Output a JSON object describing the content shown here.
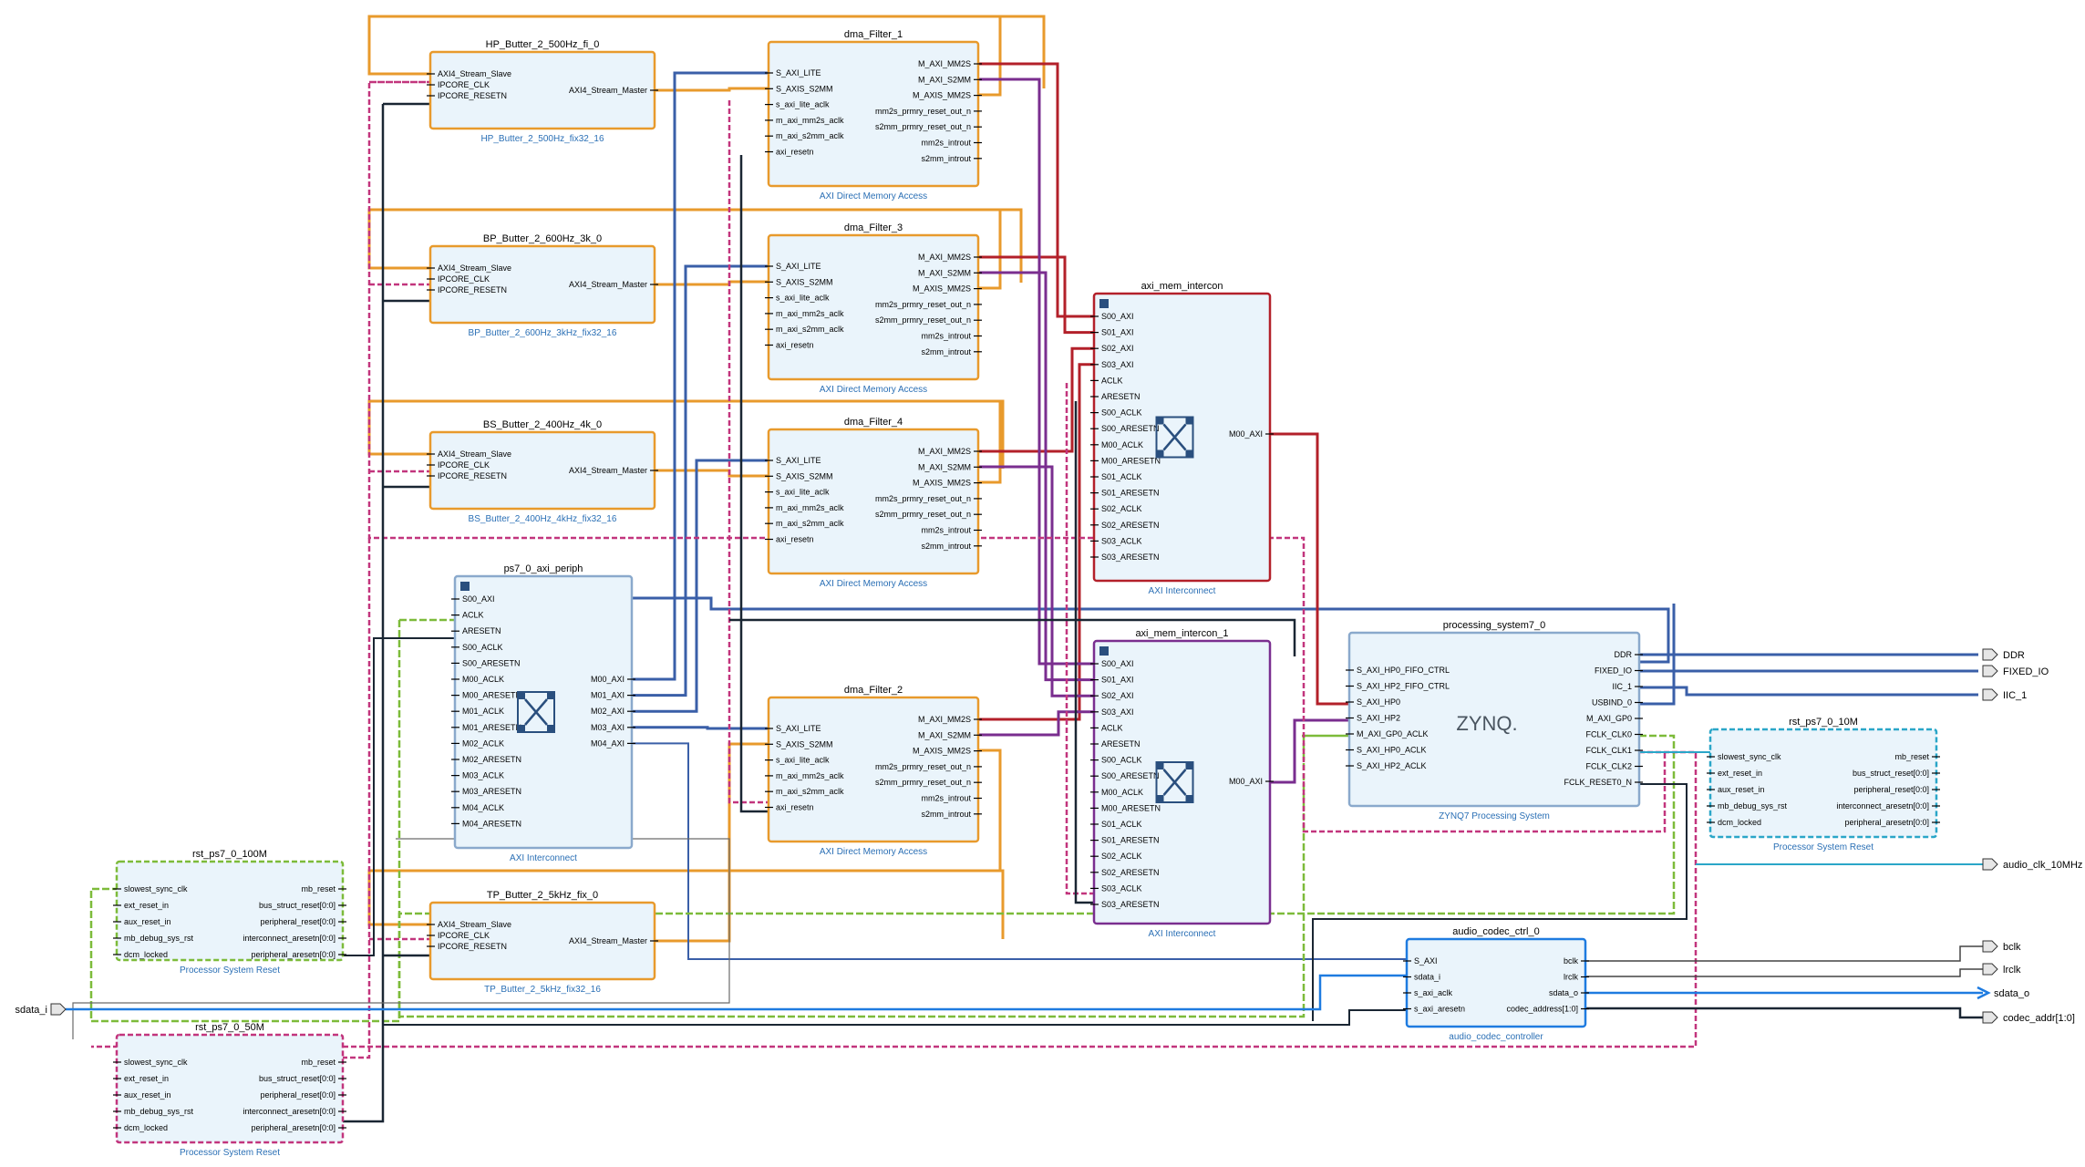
{
  "colors": {
    "aximm": "#b3202a",
    "axis": "#e89a2c",
    "axilite": "#3a5fa8",
    "s2mm": "#7a2e8f",
    "clk": "#7dbb3a",
    "rst": "#c2357d",
    "net": "#1a2633",
    "audio": "#1e7be0",
    "ipfill": "#eaf4fb"
  },
  "blocks": [
    {
      "id": "hp",
      "title": "HP_Butter_2_500Hz_fi_0",
      "subtitle": "HP_Butter_2_500Hz_fix32_16",
      "border": "#e89a2c",
      "left": [
        "AXI4_Stream_Slave",
        "IPCORE_CLK",
        "IPCORE_RESETN"
      ],
      "right": [
        "AXI4_Stream_Master"
      ]
    },
    {
      "id": "bp",
      "title": "BP_Butter_2_600Hz_3k_0",
      "subtitle": "BP_Butter_2_600Hz_3kHz_fix32_16",
      "border": "#e89a2c",
      "left": [
        "AXI4_Stream_Slave",
        "IPCORE_CLK",
        "IPCORE_RESETN"
      ],
      "right": [
        "AXI4_Stream_Master"
      ]
    },
    {
      "id": "bs",
      "title": "BS_Butter_2_400Hz_4k_0",
      "subtitle": "BS_Butter_2_400Hz_4kHz_fix32_16",
      "border": "#e89a2c",
      "left": [
        "AXI4_Stream_Slave",
        "IPCORE_CLK",
        "IPCORE_RESETN"
      ],
      "right": [
        "AXI4_Stream_Master"
      ]
    },
    {
      "id": "tp",
      "title": "TP_Butter_2_5kHz_fix_0",
      "subtitle": "TP_Butter_2_5kHz_fix32_16",
      "border": "#e89a2c",
      "left": [
        "AXI4_Stream_Slave",
        "IPCORE_CLK",
        "IPCORE_RESETN"
      ],
      "right": [
        "AXI4_Stream_Master"
      ]
    },
    {
      "id": "dma1",
      "title": "dma_Filter_1",
      "subtitle": "AXI Direct Memory Access",
      "border": "#e89a2c",
      "left": [
        "S_AXI_LITE",
        "S_AXIS_S2MM",
        "s_axi_lite_aclk",
        "m_axi_mm2s_aclk",
        "m_axi_s2mm_aclk",
        "axi_resetn"
      ],
      "right": [
        "M_AXI_MM2S",
        "M_AXI_S2MM",
        "M_AXIS_MM2S",
        "mm2s_prmry_reset_out_n",
        "s2mm_prmry_reset_out_n",
        "mm2s_introut",
        "s2mm_introut"
      ]
    },
    {
      "id": "dma3",
      "title": "dma_Filter_3",
      "subtitle": "AXI Direct Memory Access",
      "border": "#e89a2c",
      "left": [
        "S_AXI_LITE",
        "S_AXIS_S2MM",
        "s_axi_lite_aclk",
        "m_axi_mm2s_aclk",
        "m_axi_s2mm_aclk",
        "axi_resetn"
      ],
      "right": [
        "M_AXI_MM2S",
        "M_AXI_S2MM",
        "M_AXIS_MM2S",
        "mm2s_prmry_reset_out_n",
        "s2mm_prmry_reset_out_n",
        "mm2s_introut",
        "s2mm_introut"
      ]
    },
    {
      "id": "dma4",
      "title": "dma_Filter_4",
      "subtitle": "AXI Direct Memory Access",
      "border": "#e89a2c",
      "left": [
        "S_AXI_LITE",
        "S_AXIS_S2MM",
        "s_axi_lite_aclk",
        "m_axi_mm2s_aclk",
        "m_axi_s2mm_aclk",
        "axi_resetn"
      ],
      "right": [
        "M_AXI_MM2S",
        "M_AXI_S2MM",
        "M_AXIS_MM2S",
        "mm2s_prmry_reset_out_n",
        "s2mm_prmry_reset_out_n",
        "mm2s_introut",
        "s2mm_introut"
      ]
    },
    {
      "id": "dma2",
      "title": "dma_Filter_2",
      "subtitle": "AXI Direct Memory Access",
      "border": "#e89a2c",
      "left": [
        "S_AXI_LITE",
        "S_AXIS_S2MM",
        "s_axi_lite_aclk",
        "m_axi_mm2s_aclk",
        "m_axi_s2mm_aclk",
        "axi_resetn"
      ],
      "right": [
        "M_AXI_MM2S",
        "M_AXI_S2MM",
        "M_AXIS_MM2S",
        "mm2s_prmry_reset_out_n",
        "s2mm_prmry_reset_out_n",
        "mm2s_introut",
        "s2mm_introut"
      ]
    },
    {
      "id": "ps7periph",
      "title": "ps7_0_axi_periph",
      "subtitle": "AXI Interconnect",
      "border": "#8aa9cc",
      "left": [
        "S00_AXI",
        "ACLK",
        "ARESETN",
        "S00_ACLK",
        "S00_ARESETN",
        "M00_ACLK",
        "M00_ARESETN",
        "M01_ACLK",
        "M01_ARESETN",
        "M02_ACLK",
        "M02_ARESETN",
        "M03_ACLK",
        "M03_ARESETN",
        "M04_ACLK",
        "M04_ARESETN"
      ],
      "right": [
        "M00_AXI",
        "M01_AXI",
        "M02_AXI",
        "M03_AXI",
        "M04_AXI"
      ]
    },
    {
      "id": "memic",
      "title": "axi_mem_intercon",
      "subtitle": "AXI Interconnect",
      "border": "#b3202a",
      "left": [
        "S00_AXI",
        "S01_AXI",
        "S02_AXI",
        "S03_AXI",
        "ACLK",
        "ARESETN",
        "S00_ACLK",
        "S00_ARESETN",
        "M00_ACLK",
        "M00_ARESETN",
        "S01_ACLK",
        "S01_ARESETN",
        "S02_ACLK",
        "S02_ARESETN",
        "S03_ACLK",
        "S03_ARESETN"
      ],
      "right": [
        "M00_AXI"
      ]
    },
    {
      "id": "memic1",
      "title": "axi_mem_intercon_1",
      "subtitle": "AXI Interconnect",
      "border": "#7a2e8f",
      "left": [
        "S00_AXI",
        "S01_AXI",
        "S02_AXI",
        "S03_AXI",
        "ACLK",
        "ARESETN",
        "S00_ACLK",
        "S00_ARESETN",
        "M00_ACLK",
        "M00_ARESETN",
        "S01_ACLK",
        "S01_ARESETN",
        "S02_ACLK",
        "S02_ARESETN",
        "S03_ACLK",
        "S03_ARESETN"
      ],
      "right": [
        "M00_AXI"
      ]
    },
    {
      "id": "ps7",
      "title": "processing_system7_0",
      "subtitle": "ZYNQ7 Processing System",
      "border": "#8aa9cc",
      "logo": "ZYNQ.",
      "left": [
        "S_AXI_HP0_FIFO_CTRL",
        "S_AXI_HP2_FIFO_CTRL",
        "S_AXI_HP0",
        "S_AXI_HP2",
        "M_AXI_GP0_ACLK",
        "S_AXI_HP0_ACLK",
        "S_AXI_HP2_ACLK"
      ],
      "right": [
        "DDR",
        "FIXED_IO",
        "IIC_1",
        "USBIND_0",
        "M_AXI_GP0",
        "FCLK_CLK0",
        "FCLK_CLK1",
        "FCLK_CLK2",
        "FCLK_RESET0_N"
      ]
    },
    {
      "id": "rst100",
      "title": "rst_ps7_0_100M",
      "subtitle": "Processor System Reset",
      "border": "#7dbb3a",
      "left": [
        "slowest_sync_clk",
        "ext_reset_in",
        "aux_reset_in",
        "mb_debug_sys_rst",
        "dcm_locked"
      ],
      "right": [
        "mb_reset",
        "bus_struct_reset[0:0]",
        "peripheral_reset[0:0]",
        "interconnect_aresetn[0:0]",
        "peripheral_aresetn[0:0]"
      ]
    },
    {
      "id": "rst50",
      "title": "rst_ps7_0_50M",
      "subtitle": "Processor System Reset",
      "border": "#c2357d",
      "left": [
        "slowest_sync_clk",
        "ext_reset_in",
        "aux_reset_in",
        "mb_debug_sys_rst",
        "dcm_locked"
      ],
      "right": [
        "mb_reset",
        "bus_struct_reset[0:0]",
        "peripheral_reset[0:0]",
        "interconnect_aresetn[0:0]",
        "peripheral_aresetn[0:0]"
      ]
    },
    {
      "id": "rst10",
      "title": "rst_ps7_0_10M",
      "subtitle": "Processor System Reset",
      "border": "#2aa6c8",
      "left": [
        "slowest_sync_clk",
        "ext_reset_in",
        "aux_reset_in",
        "mb_debug_sys_rst",
        "dcm_locked"
      ],
      "right": [
        "mb_reset",
        "bus_struct_reset[0:0]",
        "peripheral_reset[0:0]",
        "interconnect_aresetn[0:0]",
        "peripheral_aresetn[0:0]"
      ]
    },
    {
      "id": "audio",
      "title": "audio_codec_ctrl_0",
      "subtitle": "audio_codec_controller",
      "border": "#1e7be0",
      "left": [
        "S_AXI",
        "sdata_i",
        "s_axi_aclk",
        "s_axi_aresetn"
      ],
      "right": [
        "bclk",
        "lrclk",
        "sdata_o",
        "codec_address[1:0]"
      ]
    }
  ],
  "external_ports": [
    {
      "id": "ddr",
      "label": "DDR"
    },
    {
      "id": "fixed",
      "label": "FIXED_IO"
    },
    {
      "id": "iic",
      "label": "IIC_1"
    },
    {
      "id": "aclk10",
      "label": "audio_clk_10MHz"
    },
    {
      "id": "bclk",
      "label": "bclk"
    },
    {
      "id": "lrclk",
      "label": "lrclk"
    },
    {
      "id": "sdatao",
      "label": "sdata_o"
    },
    {
      "id": "codec",
      "label": "codec_addr[1:0]"
    },
    {
      "id": "sdatai",
      "label": "sdata_i"
    }
  ]
}
